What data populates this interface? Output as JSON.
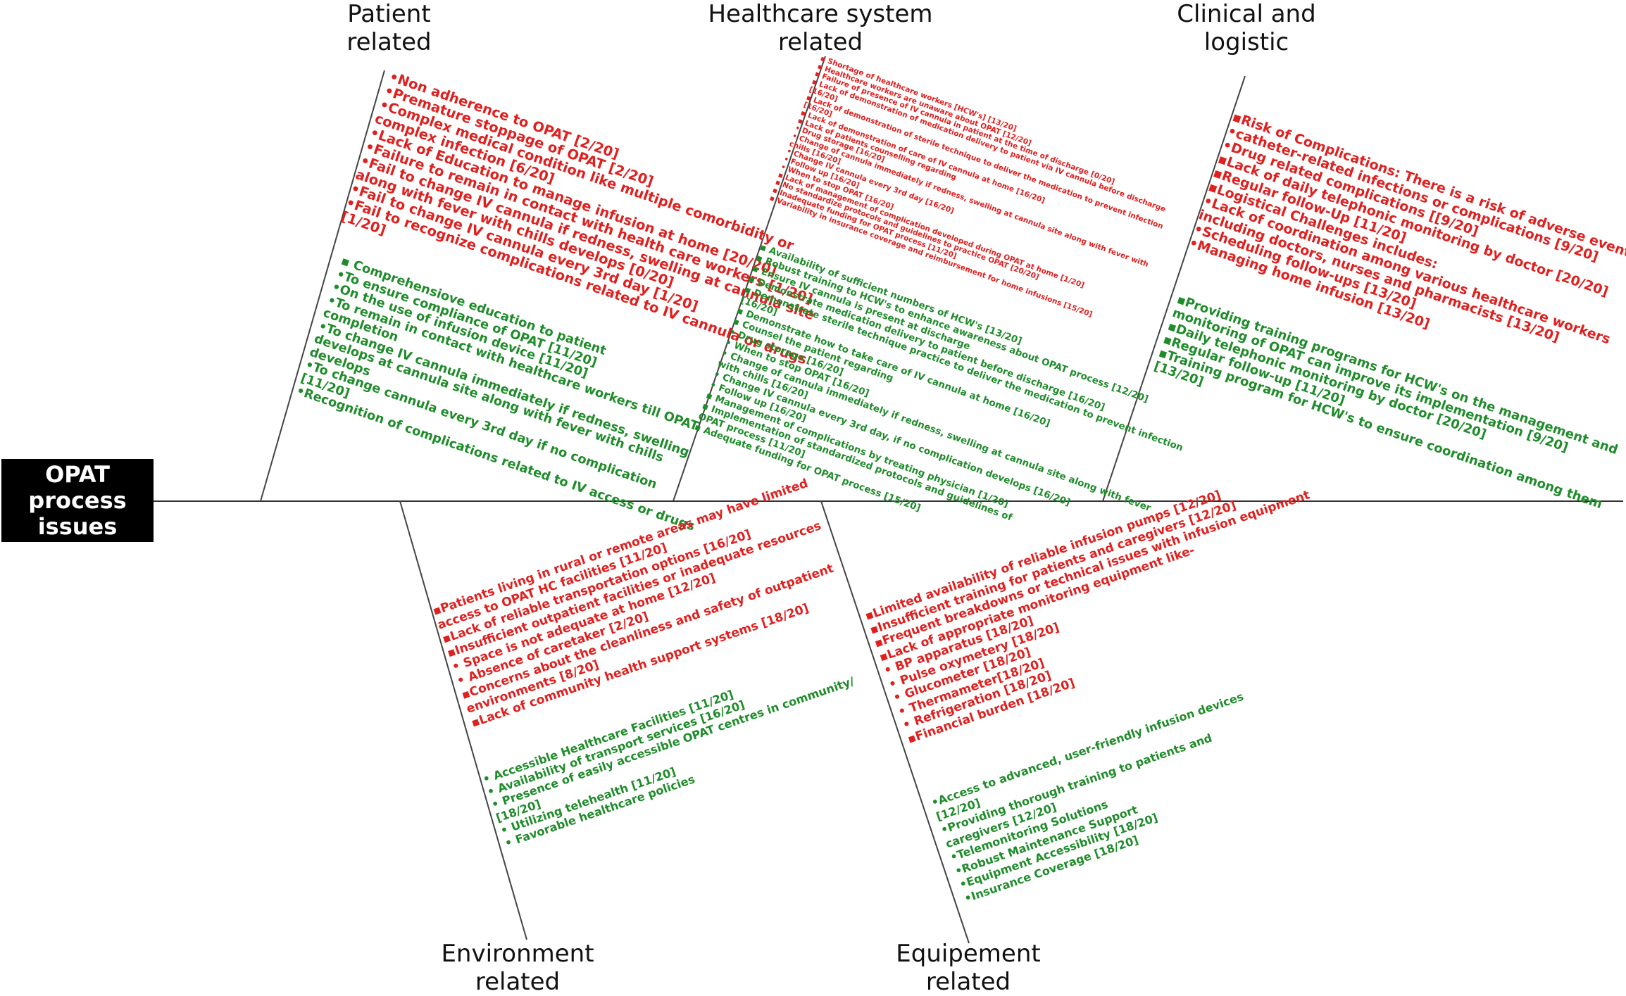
{
  "head": {
    "label": "OPAT\nprocess\nissues"
  },
  "categories": {
    "patient": "Patient\nrelated",
    "healthcare": "Healthcare system\nrelated",
    "clinical": "Clinical and\nlogistic",
    "environment": "Environment\nrelated",
    "equipment": "Equipement\nrelated"
  },
  "blocks": {
    "patient_issues": [
      "•Non adherence to OPAT [2/20]",
      "•Premature stoppage of OPAT [2/20]",
      "•Complex medical condition like multiple comorbidity or",
      "complex infection [6/20]",
      "•Lack of Education to manage infusion at home [20/20]",
      "•Failure to remain in contact with health care workers [1/20]",
      "•Fail to change  IV cannula  if redness, swelling at cannula site",
      "along with fever with chills develops [0/20]",
      "•Fail to change  IV cannula every 3rd day [1/20]",
      "•Fail to recognize complications related to IV cannula or drugs",
      "[1/20]"
    ],
    "patient_solutions": [
      "▪ Comprehensiove education to patient",
      "•To ensure compliance of OPAT [11/20]",
      "•On the use of infusion device [11/20]",
      "•To remain in contact with healthcare workers till OPAT",
      "completion",
      "•To change IV cannula immediately if redness, swelling",
      "develops at cannula site along with fever with chills",
      "develops",
      "•To change cannula every 3rd day if no complication",
      "[11/20]",
      "•Recognition of complications related to IV access or drugs"
    ],
    "healthcare_issues": [
      "▪ Shortage of healthcare workers [HCW's] [13/20]",
      "▪ Healthcare workers are unaware about OPAT [12/20]",
      "▪ Failure of presence of IV cannula in patient at the time of discharge [0/20]",
      "▪ Lack of demonstration of medication delivery to patient via IV cannula before discharge",
      "[16/20]",
      "▪ Lack of demonstration of sterile technique to deliver the medication to prevent infection",
      "[16/20]",
      "▪ Lack of demonstration of care of IV cannula at home [16/20]",
      "▪ Lack of patients counselling regarding",
      "• Drug storage [16/20]",
      "• Change of cannula immediately if redness, swelling at cannula site along with fever with",
      "chills [16/20]",
      "• Change IV cannula every 3rd day [16/20]",
      "• Follow up [16/20]",
      "• When to stop OPAT [16/20]",
      "▪ Lack of management of complication developed during OPAT at home [1/20]",
      "▪ No standardize protocols and guidelines to practice OPAT [20/20]",
      "▪ Inadequate funding for OPAT process [11/20]",
      "▪ Variability in insurance coverage  and reimbursement for home infusions [15/20]"
    ],
    "healthcare_solutions": [
      "▪ Availability of sufficient numbers of HCW's [13/20]",
      "▪ Robust training to HCW's to enhance awareness about OPAT process [12/20]",
      "▪ Ensure IV cannula is present  at discharge",
      "▪ Demonstrate medication delivery to patient before discharge [16/20]",
      "▪ Demonstrate sterile technique practice to deliver the medication to prevent infection",
      "[16/20]",
      "▪ Demonstrate how to take care of IV cannula at home [16/20]",
      "▪ Counsel the patient regarding",
      "• Drug storage [16/20]",
      "• When to stop OPAT [16/20]",
      "• Change of cannula immediately if redness, swelling at cannula site along with fever",
      "with chills [16/20]",
      "• Change IV cannula every 3rd day, if no complication develops [16/20]",
      "• Follow up [16/20]",
      "▪ Management of complications by treating physician [1/20]",
      "▪ Implementation of standardized protocols and guidelines of",
      "OPAT process [11/20]",
      "▪ Adequate funding for OPAT process [15/20]"
    ],
    "clinical_issues": [
      "▪Risk of Complications: There is a risk of adverse events such as",
      "•catheter-related infections or complications [9/20]",
      "•Drug related complications [[9/20]",
      "▪Lack of daily telephonic monitoring by doctor [20/20]",
      "▪Regular follow-Up [11/20]",
      "▪Logistical Challenges includes:",
      "•Lack of coordination among various healthcare workers",
      "including doctors, nurses and pharmacists [13/20]",
      "•Scheduling follow-ups [13/20]",
      "•Managing home infusion [13/20]"
    ],
    "clinical_solutions": [
      "▪Providing training programs for HCW's on the management and",
      "monitoring of OPAT can improve its implementation [9/20]",
      "▪Daily telephonic monitoring by doctor [20/20]",
      "▪Regular follow-up [11/20]",
      "▪Training program for HCW's to ensure coordination among them",
      "[13/20]"
    ],
    "environment_issues": [
      "▪Patients living in rural or remote areas may have limited",
      "access to OPAT HC facilities [11/20]",
      "▪Lack of reliable transportation options [16/20]",
      "▪Insufficient outpatient facilities or inadequate resources",
      "• Space is not adequate at home [12/20]",
      "• Absence of caretaker [2/20]",
      "▪Concerns about the cleanliness and safety of outpatient",
      "environments [8/20]",
      "▪Lack of community health support systems [18/20]"
    ],
    "environment_solutions": [
      "• Accessible Healthcare Facilities [11/20]",
      "• Availability of transport services [16/20]",
      "• Presence of  easily accessible OPAT centres in community/",
      "[18/20]",
      "• Utilizing telehealth [11/20]",
      "• Favorable healthcare policies"
    ],
    "equipment_issues": [
      "▪Limited availability of reliable infusion pumps [12/20]",
      "▪Insufficient training for patients and caregivers [12/20]",
      "▪Frequent breakdowns or technical issues with infusion equipment",
      "▪Lack of appropriate monitoring equipment like-",
      "• BP apparatus [18/20]",
      "• Pulse oxymetery [18/20]",
      "• Glucometer [18/20]",
      "• Thermameter[18/20]",
      "• Refrigeration [18/20]",
      "▪Financial burden [18/20]"
    ],
    "equipment_solutions": [
      "•Access to advanced, user-friendly infusion devices",
      "[12/20]",
      "•Providing thorough training to patients and",
      "caregivers [12/20]",
      "•Telemonitoring Solutions",
      "•Robust Maintenance Support",
      "•Equipment Accessibility [18/20]",
      "•Insurance Coverage [18/20]"
    ]
  },
  "colors": {
    "problem": "#e0201f",
    "solution": "#1f8c2a",
    "spine": "#333333",
    "head_bg": "#000000"
  }
}
